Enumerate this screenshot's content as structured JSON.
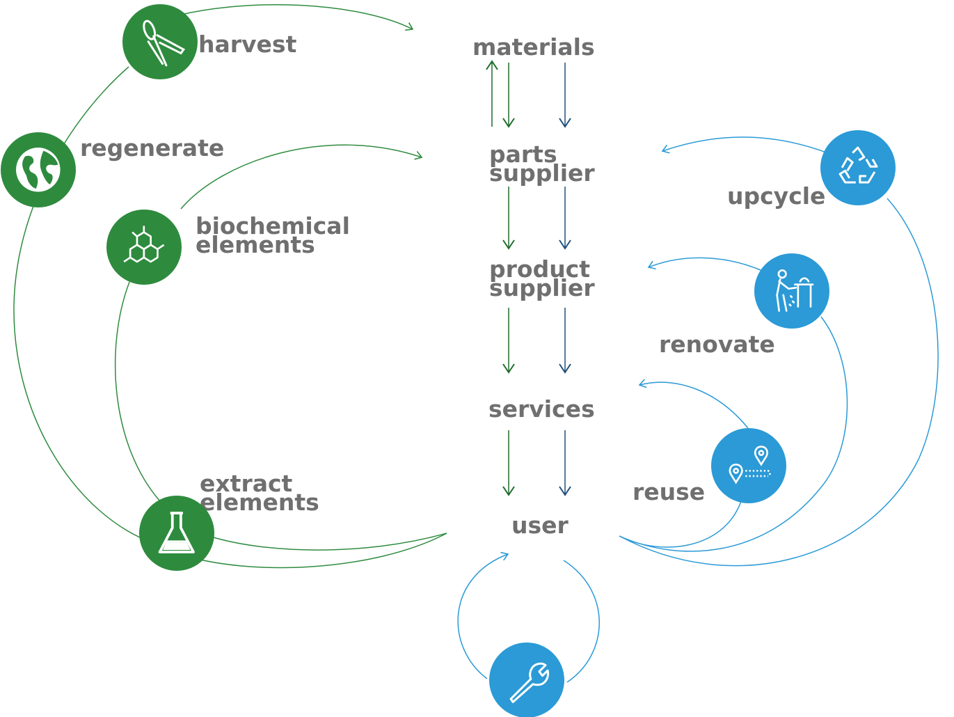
{
  "colors": {
    "green": "#2e8b3e",
    "blue": "#2b9ad6",
    "dark_green": "#1e6b2a",
    "dark_blue": "#1d4f7a",
    "label_gray": "#6f6f6f"
  },
  "chain": {
    "materials": "materials",
    "parts_supplier": "parts\nsupplier",
    "product_supplier": "product\nsupplier",
    "services": "services",
    "user": "user"
  },
  "left_loop": {
    "harvest": {
      "label": "harvest",
      "icon": "pruning-shears-icon"
    },
    "regenerate": {
      "label": "regenerate",
      "icon": "globe-icon"
    },
    "biochemical": {
      "label": "biochemical\nelements",
      "icon": "molecule-icon"
    },
    "extract": {
      "label": "extract\nelements",
      "icon": "flask-icon"
    }
  },
  "right_loop": {
    "upcycle": {
      "label": "upcycle",
      "icon": "recycle-icon"
    },
    "renovate": {
      "label": "renovate",
      "icon": "worker-icon"
    },
    "reuse": {
      "label": "reuse",
      "icon": "map-pin-route-icon"
    },
    "maintain": {
      "icon": "wrench-icon"
    }
  }
}
